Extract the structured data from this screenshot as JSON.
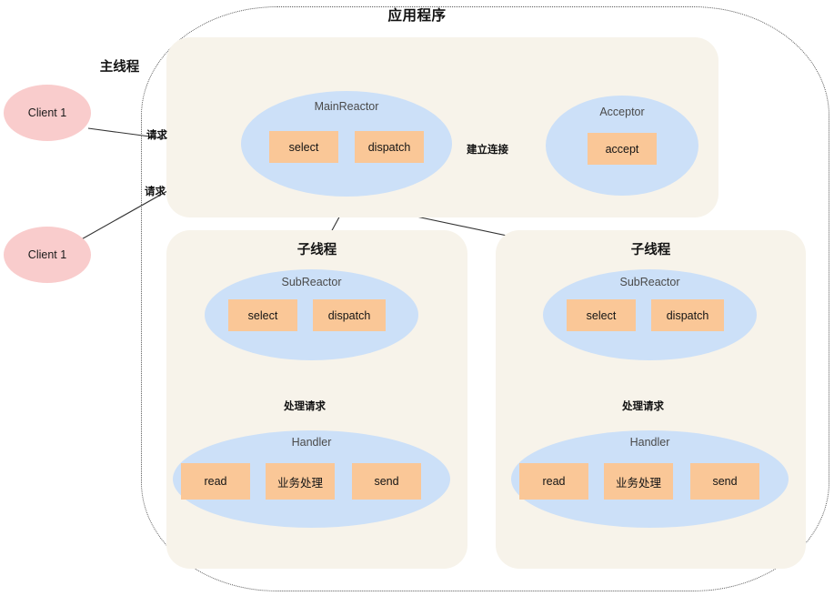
{
  "diagram": {
    "title": "应用程序",
    "boundary_style": "dotted-rounded-rect"
  },
  "colors": {
    "panel_beige": "#f7f3ea",
    "ellipse_blue": "#cce0f8",
    "ellipse_pink": "#f9cccc",
    "box_orange": "#fac797",
    "boundary_stroke": "#5a5a5a",
    "arrow_stroke": "#333333",
    "text_dark": "#141414",
    "text_muted": "#4a4a4a",
    "background": "#ffffff"
  },
  "clients": [
    {
      "id": "client-1",
      "label": "Client 1"
    },
    {
      "id": "client-2",
      "label": "Client 1"
    }
  ],
  "panels": {
    "main_thread": {
      "title": "主线程",
      "main_reactor": {
        "label": "MainReactor",
        "boxes": [
          {
            "label": "select"
          },
          {
            "label": "dispatch"
          }
        ]
      },
      "acceptor": {
        "label": "Acceptor",
        "boxes": [
          {
            "label": "accept"
          }
        ]
      }
    },
    "sub_thread_left": {
      "title": "子线程",
      "sub_reactor": {
        "label": "SubReactor",
        "boxes": [
          {
            "label": "select"
          },
          {
            "label": "dispatch"
          }
        ]
      },
      "handler": {
        "label": "Handler",
        "boxes": [
          {
            "label": "read"
          },
          {
            "label": "业务处理"
          },
          {
            "label": "send"
          }
        ]
      }
    },
    "sub_thread_right": {
      "title": "子线程",
      "sub_reactor": {
        "label": "SubReactor",
        "boxes": [
          {
            "label": "select"
          },
          {
            "label": "dispatch"
          }
        ]
      },
      "handler": {
        "label": "Handler",
        "boxes": [
          {
            "label": "read"
          },
          {
            "label": "业务处理"
          },
          {
            "label": "send"
          }
        ]
      }
    }
  },
  "edge_labels": {
    "request_top": "请求",
    "request_bottom": "请求",
    "establish_connection": "建立连接",
    "handle_request_left": "处理请求",
    "handle_request_right": "处理请求"
  }
}
